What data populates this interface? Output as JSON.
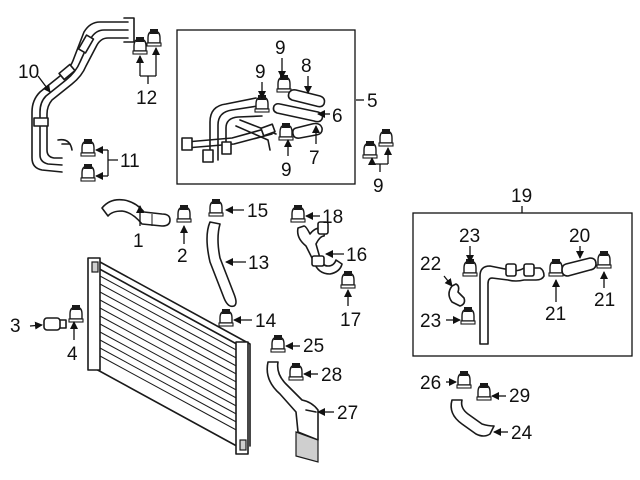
{
  "callouts": {
    "c1": "1",
    "c2": "2",
    "c3": "3",
    "c4": "4",
    "c5": "5",
    "c6": "6",
    "c7": "7",
    "c8": "8",
    "c9a": "9",
    "c9b": "9",
    "c9c": "9",
    "c10": "10",
    "c11": "11",
    "c12": "12",
    "c13": "13",
    "c14": "14",
    "c15": "15",
    "c16": "16",
    "c17": "17",
    "c18": "18",
    "c19": "19",
    "c20": "20",
    "c21a": "21",
    "c21b": "21",
    "c22": "22",
    "c23a": "23",
    "c23b": "23",
    "c24": "24",
    "c25": "25",
    "c26": "26",
    "c27": "27",
    "c28": "28",
    "c29": "29"
  }
}
